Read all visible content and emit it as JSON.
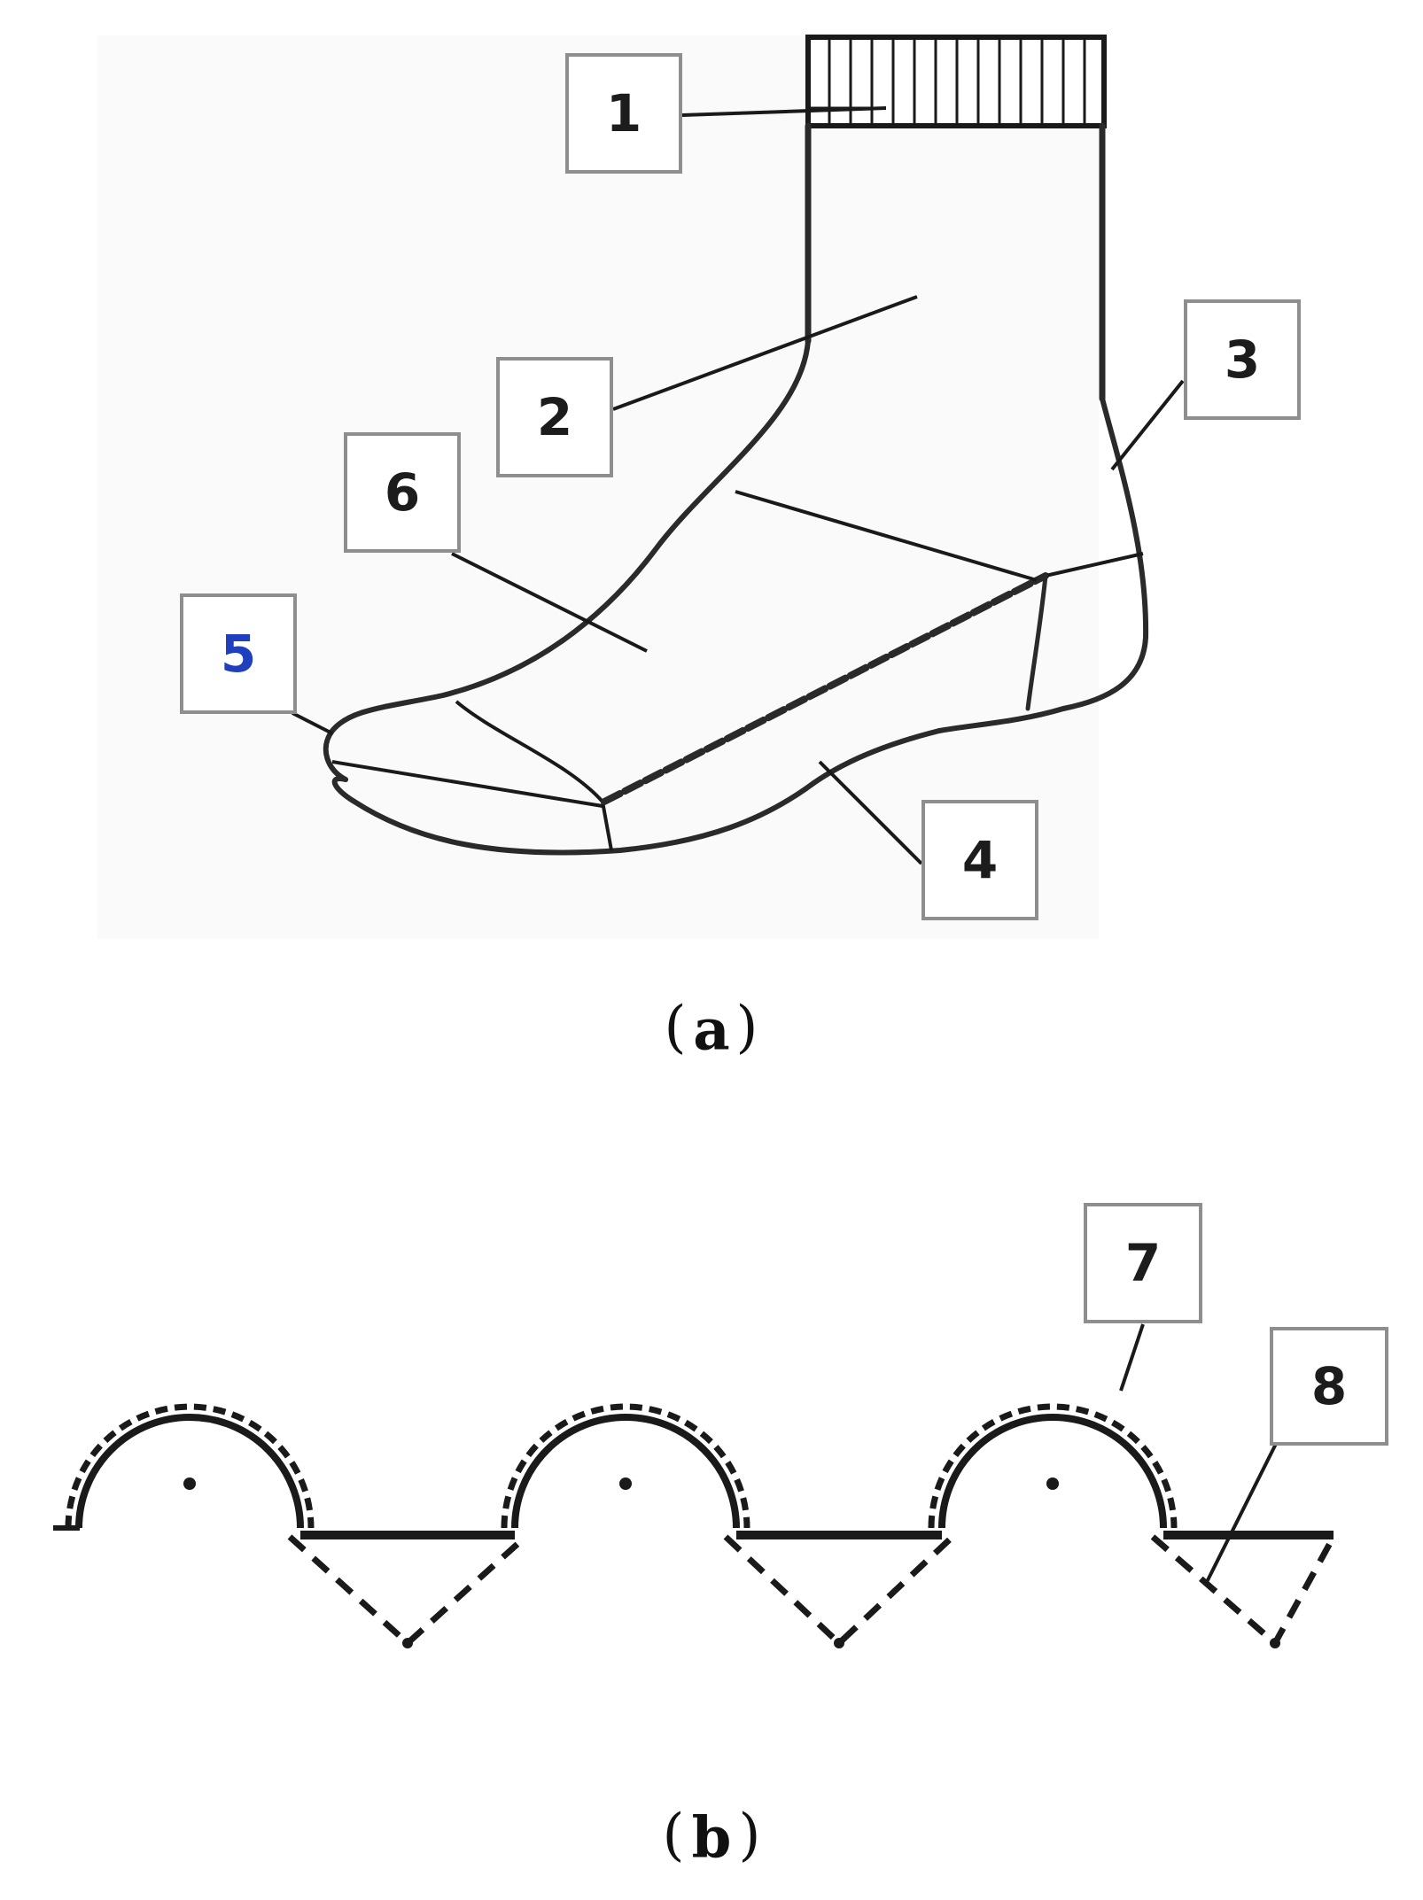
{
  "panel_a": {
    "caption_letter": "a",
    "callouts": {
      "c1": "1",
      "c2": "2",
      "c3": "3",
      "c4": "4",
      "c5": "5",
      "c6": "6"
    }
  },
  "panel_b": {
    "caption_letter": "b",
    "callouts": {
      "c7": "7",
      "c8": "8"
    }
  },
  "colors": {
    "ink": "#1a1a1a",
    "box_border": "#8e8e8e",
    "callout_5_digit": "#1f3fbf"
  }
}
